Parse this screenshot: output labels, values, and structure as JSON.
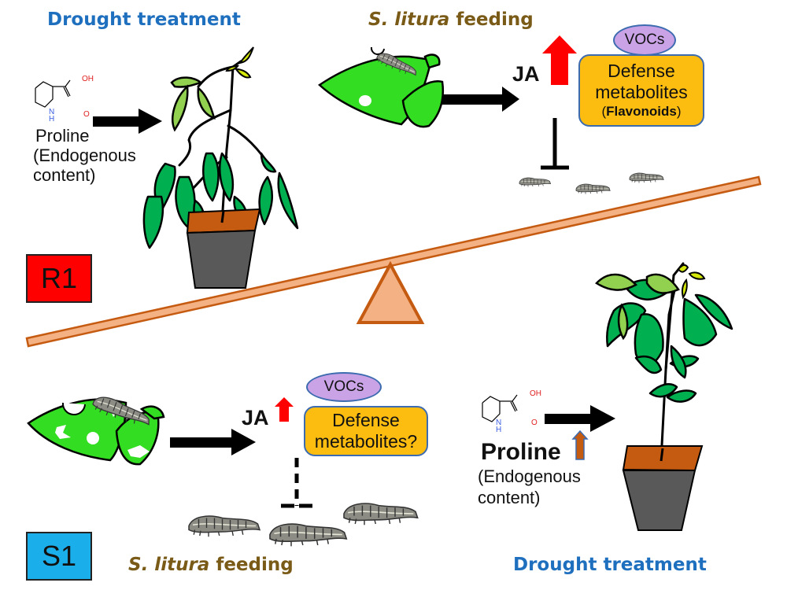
{
  "figure": {
    "colors": {
      "drought_title": "#1f6fbf",
      "feeding_title": "#7a5a17",
      "r1_badge": "#ff0000",
      "s1_badge": "#1aaeeb",
      "voc_fill": "#c9a3e6",
      "defense_fill": "#fdbd10",
      "pot_soil": "#c55a11",
      "pot_body": "#595959",
      "seesaw": "#f4b183",
      "leaf_green": "#00b050",
      "leaf_light": "#92d050",
      "leaf_bright": "#33dd22",
      "up_arrow_red": "#ff0000",
      "up_arrow_brown": "#c55a11"
    },
    "top": {
      "badge": "R1",
      "drought_title": "Drought treatment",
      "feeding_title_italic": "S. litura",
      "feeding_title_rest": " feeding",
      "proline": {
        "oh": "OH",
        "o": "O",
        "n": "N",
        "h": "H",
        "name": "Proline",
        "note_line1": "(Endogenous",
        "note_line2": "content)"
      },
      "ja_label": "JA",
      "ja_level": "strong increase",
      "vocs": "VOCs",
      "defense_line1": "Defense",
      "defense_line2": "metabolites",
      "defense_sub_open": "(",
      "defense_sub_bold": "Flavonoids",
      "defense_sub_close": ")",
      "inhibition": "solid"
    },
    "bottom": {
      "badge": "S1",
      "drought_title": "Drought treatment",
      "feeding_title_italic": "S. litura",
      "feeding_title_rest": " feeding",
      "proline": {
        "oh": "OH",
        "o": "O",
        "n": "N",
        "h": "H",
        "name": "Proline",
        "level": "increase",
        "note_line1": "(Endogenous",
        "note_line2": "content)"
      },
      "ja_label": "JA",
      "ja_level": "slight increase",
      "vocs": "VOCs",
      "defense_line1": "Defense",
      "defense_line2": "metabolites?",
      "inhibition": "dashed"
    },
    "seesaw": {
      "heavier_side": "left (S1 side)",
      "tilt": "left-down"
    }
  }
}
